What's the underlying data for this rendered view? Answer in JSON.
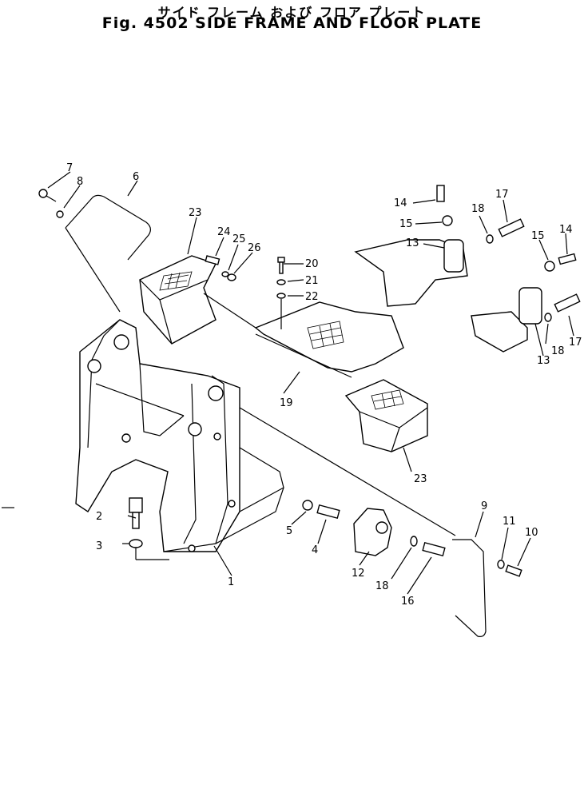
{
  "title_jp": "サイド フレーム および フロア プレート",
  "title_en": "Fig. 4502 SIDE FRAME AND FLOOR PLATE",
  "part_labels": [
    "1",
    "2",
    "3",
    "4",
    "5",
    "6",
    "7",
    "8",
    "9",
    "10",
    "11",
    "12",
    "13",
    "13",
    "14",
    "14",
    "15",
    "15",
    "16",
    "17",
    "17",
    "18",
    "18",
    "18",
    "19",
    "20",
    "21",
    "22",
    "23",
    "23",
    "24",
    "25",
    "26"
  ]
}
